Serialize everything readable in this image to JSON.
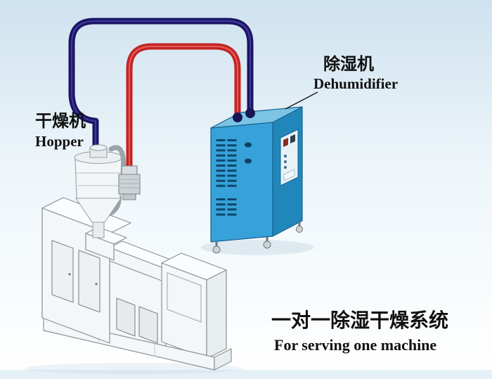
{
  "meta": {
    "title": "One-to-one dehumidifying drying system diagram"
  },
  "background": {
    "top": "#cfe2ef",
    "mid": "#eef6fa",
    "bottom": "#ffffff",
    "footer": "#d9e8f2"
  },
  "labels": {
    "hopper_cn": "干燥机",
    "hopper_en": "Hopper",
    "dehumidifier_cn": "除湿机",
    "dehumidifier_en": "Dehumidifier",
    "system_cn": "一对一除湿干燥系统",
    "system_en": "For serving one machine"
  },
  "colors": {
    "pipe_red": "#c32221",
    "pipe_red_sheen": "#e96a64",
    "pipe_navy": "#1b1464",
    "pipe_navy_sheen": "#4a42a6",
    "dehum_front": "#36a2d9",
    "dehum_side": "#2187ba",
    "dehum_top": "#7cc4e4",
    "dehum_edge": "#15618d",
    "vent": "#0d466b",
    "oval_hole": "#0d3f5e",
    "panel_bg": "#e7f2f7",
    "connector": "#191552",
    "machine_front": "#f4f6f7",
    "machine_top": "#fbfcfd",
    "machine_side": "#e8edef",
    "hopper_fill": "#f3f6f7",
    "text": "#101010"
  }
}
